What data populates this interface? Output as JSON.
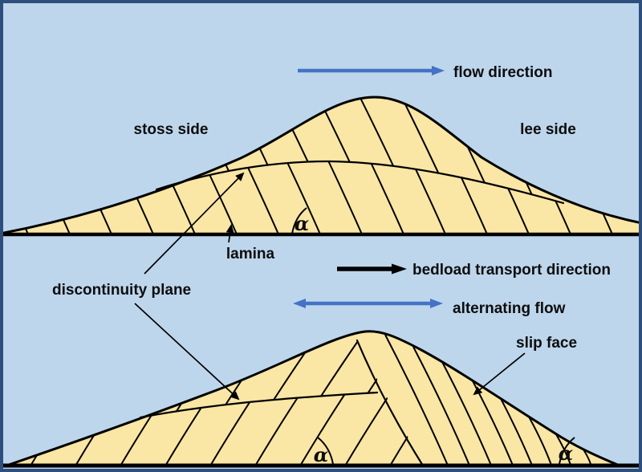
{
  "colors": {
    "sky": "#BDD6EC",
    "sand": "#FAE6A5",
    "line": "#000000",
    "blue": "#4472C4",
    "border": "#2E4E7E",
    "ink": "#0D0D0D"
  },
  "labels": {
    "flow_direction": "flow direction",
    "stoss_side": "stoss side",
    "lee_side": "lee side",
    "lamina": "lamina",
    "discontinuity_plane": "discontinuity plane",
    "bedload_transport_direction": "bedload transport direction",
    "alternating_flow": "alternating flow",
    "slip_face": "slip face",
    "alpha": "α"
  }
}
